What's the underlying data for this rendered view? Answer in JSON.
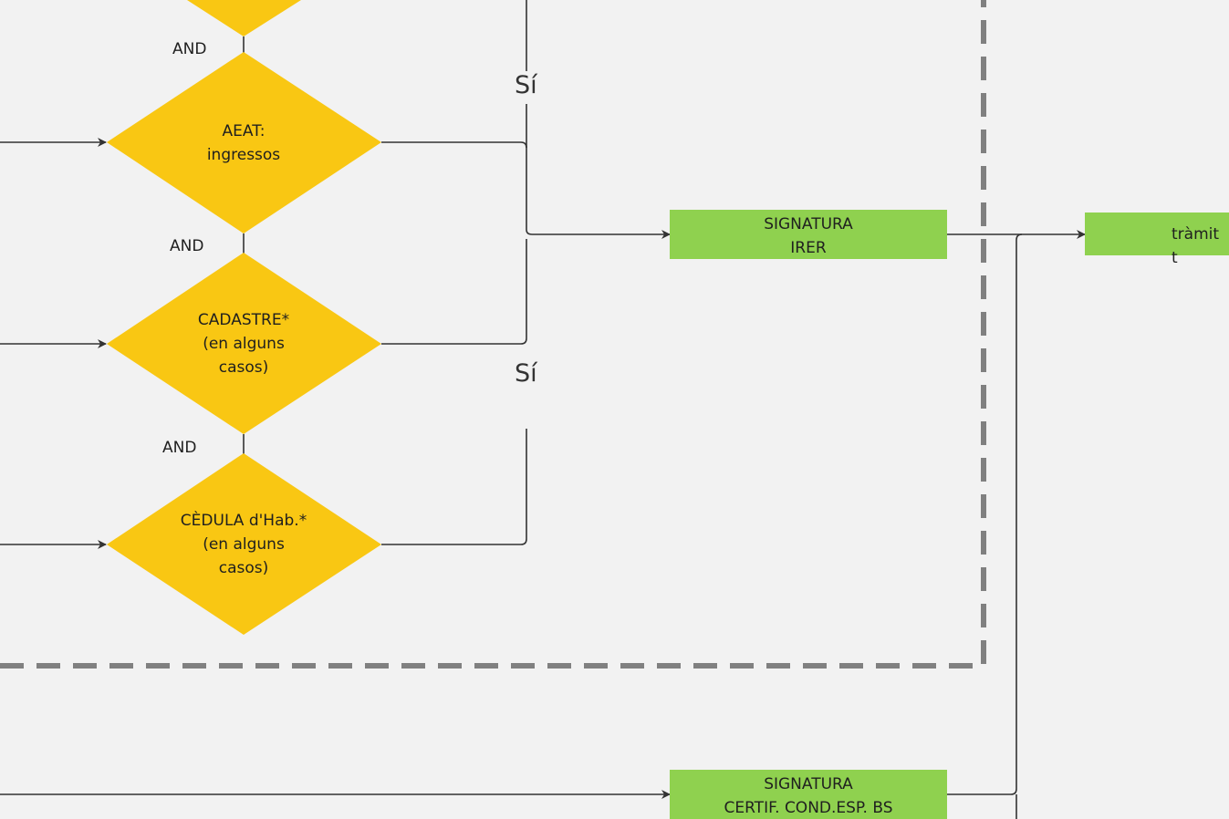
{
  "colors": {
    "background": "#f2f2f2",
    "decision_fill": "#f9c713",
    "step_fill": "#8fd14f",
    "connector": "#333333",
    "boundary_dash": "#808080"
  },
  "connectors": {
    "join_labels": [
      "AND",
      "AND",
      "AND"
    ],
    "yes_labels": [
      "Sí",
      "Sí"
    ]
  },
  "decisions": [
    {
      "id": "aeat",
      "label": "AEAT:\ningressos"
    },
    {
      "id": "cadastre",
      "label": "CADASTRE*\n(en alguns\ncasos)"
    },
    {
      "id": "cedula",
      "label": "CÈDULA d'Hab.*\n(en alguns\ncasos)"
    }
  ],
  "steps": [
    {
      "id": "signatura-irer",
      "label": "SIGNATURA\nIRER"
    },
    {
      "id": "tramit",
      "label": "tràmit t"
    },
    {
      "id": "signatura-certif",
      "label": "SIGNATURA\nCERTIF. COND.ESP. BS"
    }
  ]
}
